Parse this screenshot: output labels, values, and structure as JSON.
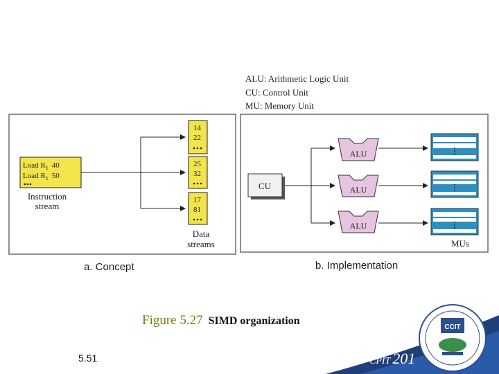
{
  "legend": {
    "alu": "ALU: Arithmetic Logic Unit",
    "cu": "CU: Control Unit",
    "mu": "MU: Memory Unit"
  },
  "concept": {
    "instructions": [
      {
        "op": "Load R",
        "sub": "1",
        "val": "40"
      },
      {
        "op": "Load R",
        "sub": "1",
        "val": "50"
      }
    ],
    "instruction_label_1": "Instruction",
    "instruction_label_2": "stream",
    "data_streams": [
      {
        "v1": "14",
        "v2": "22"
      },
      {
        "v1": "25",
        "v2": "32"
      },
      {
        "v1": "17",
        "v2": "81"
      }
    ],
    "data_label_1": "Data",
    "data_label_2": "streams",
    "caption": "a. Concept"
  },
  "implementation": {
    "cu_label": "CU",
    "alu_label": "ALU",
    "mus_label": "MUs",
    "caption": "b. Implementation"
  },
  "figure": {
    "number": "Figure 5.27",
    "title": "SIMD organization"
  },
  "footer": {
    "page": "5.51",
    "cpit": "CPIT",
    "course": "201"
  },
  "colors": {
    "yellow": "#f2e44a",
    "alu_fill": "#e6c3df",
    "mu_fill": "#2d8fbf",
    "border": "#6a6a6a"
  }
}
